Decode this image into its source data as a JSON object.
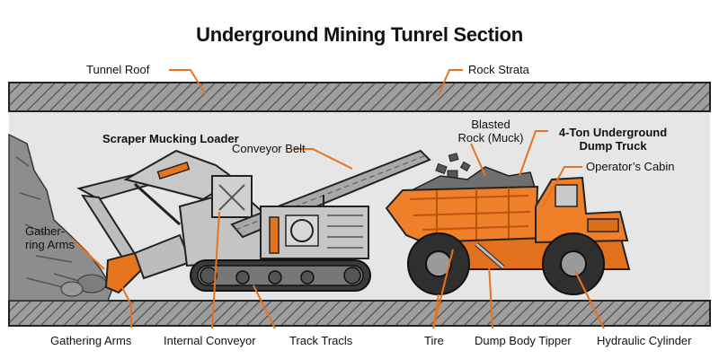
{
  "title": "Underground Mining Tunrel Section",
  "labels": {
    "tunnel_roof": "Tunnel Roof",
    "rock_strata": "Rock Strata",
    "scraper_loader": "Scraper Mucking Loader",
    "conveyor_belt": "Conveyor Belt",
    "blasted_rock_line1": "Blasted",
    "blasted_rock_line2": "Rock (Muck)",
    "dump_truck_line1": "4-Ton Underground",
    "dump_truck_line2": "Dump Truck",
    "operators_cabin": "Operator’s Cabin",
    "gathering_arms_side_line1": "Gather-",
    "gathering_arms_side_line2": "ring Arms",
    "gathering_arms": "Gathering Arms",
    "internal_conveyor": "Internal Conveyor",
    "track_tracls": "Track Tracls",
    "tire": "Tire",
    "dump_body_tipper": "Dump Body Tipper",
    "hydraulic_cylinder": "Hydraulic Cylinder"
  },
  "colors": {
    "accent": "#e8731d",
    "truck_orange": "#f07f2a",
    "machine_gray": "#b9b9b9",
    "tunnel_bg": "#e6e6e6",
    "rock": "#8a8a8a",
    "outline": "#1a1a1a"
  }
}
